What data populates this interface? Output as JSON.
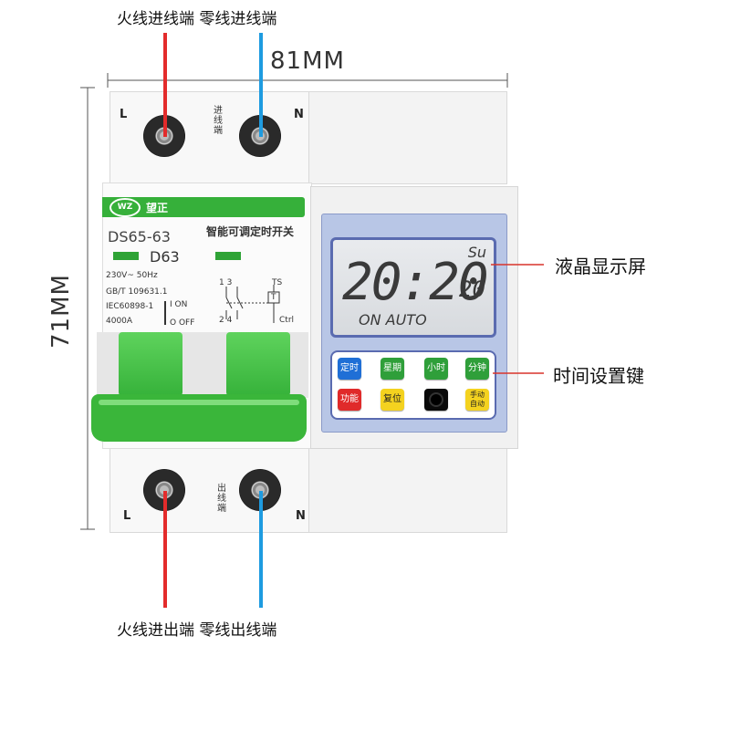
{
  "captions": {
    "top": "火线进线端 零线进线端",
    "bottom": "火线进出端 零线出线端"
  },
  "dimensions": {
    "width_label": "81MM",
    "height_label": "71MM"
  },
  "terminals": {
    "top_left_letter": "L",
    "top_right_letter": "N",
    "top_side_text": "进线端",
    "bottom_left_letter": "L",
    "bottom_right_letter": "N",
    "bottom_side_text": "出线端"
  },
  "label": {
    "brand_logo": "WZ",
    "brand_name": "望正",
    "product_name": "智能可调定时开关",
    "model": "DS65-63",
    "rating": "D63",
    "voltage": "230V~ 50Hz",
    "standard_1": "GB/T 109631.1",
    "standard_2": "IEC60898-1",
    "breaking": "4000A",
    "on_text": "I ON",
    "off_text": "O OFF",
    "ts": "TS",
    "t": "T",
    "ctrl": "Ctrl",
    "pole_top": "1 3",
    "pole_bottom": "2 4"
  },
  "lcd": {
    "time": "20:20",
    "seconds": "20",
    "day": "Su",
    "mode": "ON AUTO"
  },
  "keys": [
    {
      "label": "定时",
      "color": "#1f6fd6"
    },
    {
      "label": "星期",
      "color": "#2f9f3a"
    },
    {
      "label": "小时",
      "color": "#2f9f3a"
    },
    {
      "label": "分钟",
      "color": "#2f9f3a"
    },
    {
      "label": "功能",
      "color": "#e02a2a"
    },
    {
      "label": "复位",
      "color": "#f4d21f"
    },
    {
      "label": "",
      "color": "#0a0a0a"
    },
    {
      "label": "手动 自动",
      "color": "#f4d21f"
    }
  ],
  "callouts": {
    "lcd": "液晶显示屏",
    "keys": "时间设置键"
  },
  "colors": {
    "live_wire": "#e32b2b",
    "neutral_wire": "#1e9be0",
    "accent_green": "#36b03a",
    "callout_line": "#d9342b"
  }
}
